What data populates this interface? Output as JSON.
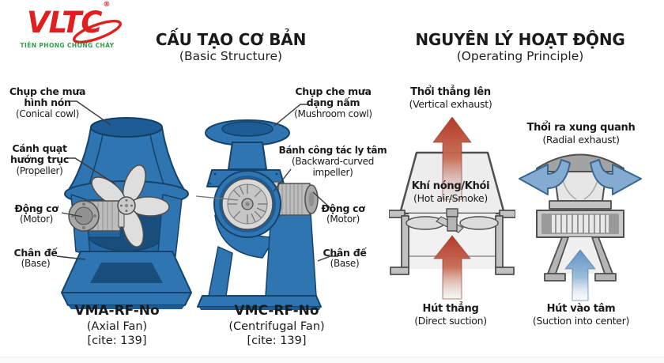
{
  "logo": {
    "brand": "VLTC",
    "registered": "®",
    "tagline": "TIÊN PHONG CHỐNG CHÁY",
    "brand_color": "#e0201e",
    "tagline_color": "#2f9e4f"
  },
  "sections": {
    "structure": {
      "title": "CẤU TẠO CƠ BẢN",
      "subtitle": "(Basic Structure)"
    },
    "principle": {
      "title": "NGUYÊN LÝ HOẠT ĐỘNG",
      "subtitle": "(Operating Principle)"
    }
  },
  "axial_fan": {
    "model": "VMA-RF-No",
    "type_label": "(Axial Fan)",
    "cite": "[cite: 139]",
    "labels": [
      {
        "vi": "Chụp che mưa hình nón",
        "en": "(Conical cowl)"
      },
      {
        "vi": "Cánh quạt hướng trục",
        "en": "(Propeller)"
      },
      {
        "vi": "Động cơ",
        "en": "(Motor)"
      },
      {
        "vi": "Chân đế",
        "en": "(Base)"
      }
    ]
  },
  "centrifugal_fan": {
    "model": "VMC-RF-No",
    "type_label": "(Centrifugal Fan)",
    "cite": "[cite: 139]",
    "labels": [
      {
        "vi": "Chụp che mưa dạng nấm",
        "en": "(Mushroom cowl)"
      },
      {
        "vi": "Bánh công tác ly tâm",
        "en": "(Backward-curved impeller)"
      },
      {
        "vi": "Động cơ",
        "en": "(Motor)"
      },
      {
        "vi": "Chân đế",
        "en": "(Base)"
      }
    ]
  },
  "vertical_principle": {
    "top_vi": "Thổi thẳng lên",
    "top_en": "(Vertical exhaust)",
    "mid_vi": "Khí nóng/Khói",
    "mid_en": "(Hot air/Smoke)",
    "bottom_vi": "Hút thẳng",
    "bottom_en": "(Direct suction)"
  },
  "radial_principle": {
    "top_vi": "Thổi ra xung quanh",
    "top_en": "(Radial exhaust)",
    "bottom_vi": "Hút vào tâm",
    "bottom_en": "(Suction into center)"
  },
  "colors": {
    "fan_blue": "#2e75b2",
    "fan_blue_dark": "#1d5c94",
    "fan_blue_deep": "#15436b",
    "hot_arrow_red": "#b23a29",
    "cool_arrow_blue": "#5e92c3",
    "metal_gray": "#c9c9c9",
    "housing_gray": "#ededed",
    "line_dark": "#3a3a3a"
  }
}
